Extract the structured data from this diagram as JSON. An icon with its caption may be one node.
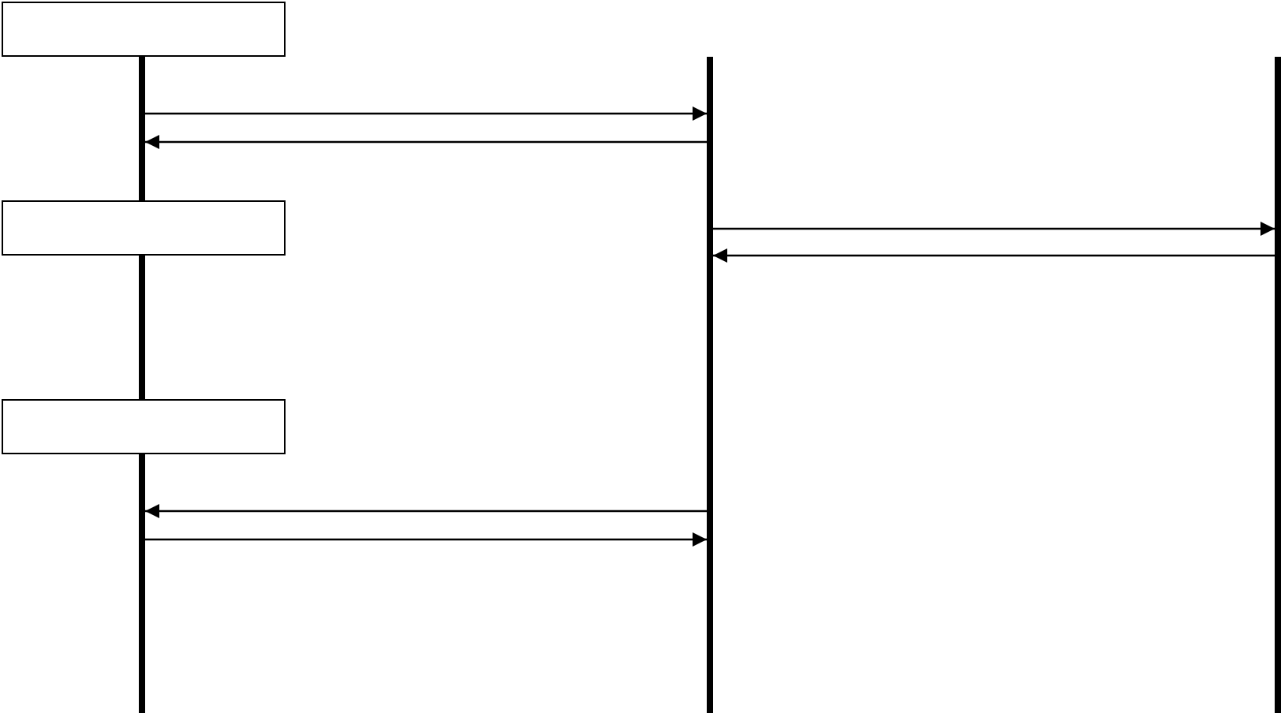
{
  "diagram": {
    "nodes": [
      {
        "text": [],
        "shape": "box"
      },
      {
        "text": [],
        "shape": "bar"
      },
      {
        "text": [],
        "shape": "bar"
      },
      {
        "text": [],
        "shape": "bar"
      },
      {
        "text": [],
        "shape": "box"
      },
      {
        "text": [],
        "shape": "box"
      }
    ],
    "edges": [
      {
        "from": 1,
        "to": 2,
        "arrow": "to"
      },
      {
        "from": 2,
        "to": 1,
        "arrow": "to"
      },
      {
        "from": 2,
        "to": 3,
        "arrow": "to"
      },
      {
        "from": 3,
        "to": 2,
        "arrow": "to"
      },
      {
        "from": 2,
        "to": 1,
        "arrow": "to"
      },
      {
        "from": 1,
        "to": 2,
        "arrow": "to"
      }
    ]
  }
}
